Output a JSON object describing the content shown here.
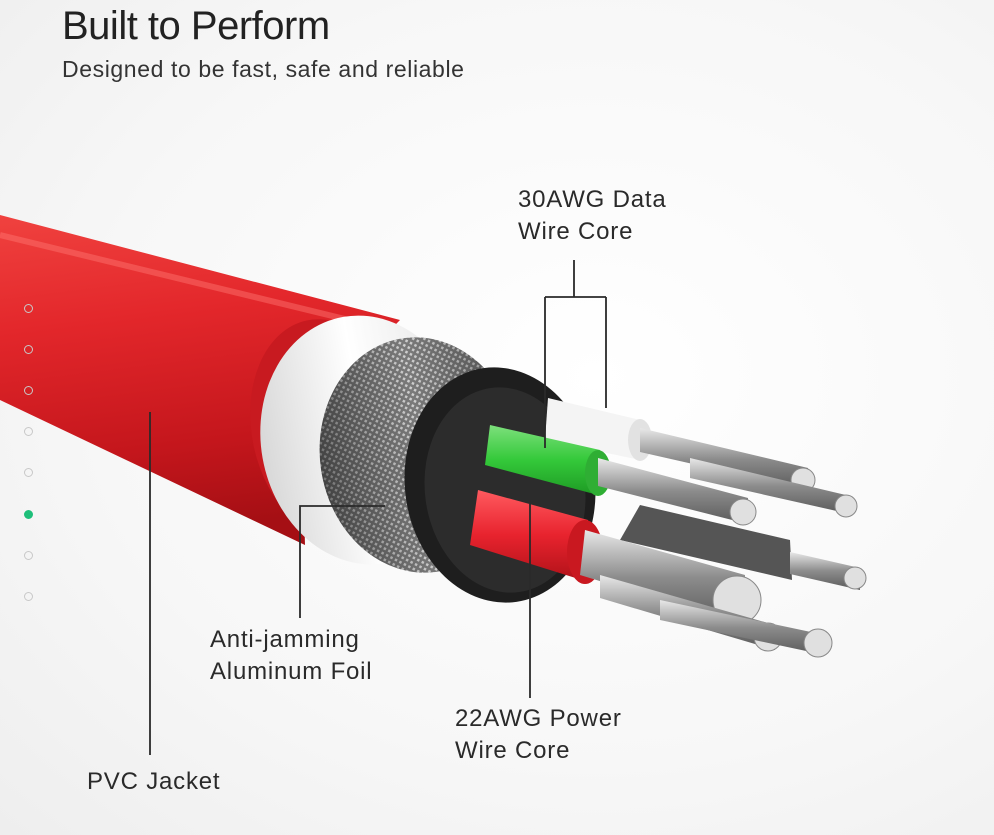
{
  "header": {
    "title": "Built to Perform",
    "subtitle": "Designed to be fast, safe and reliable"
  },
  "callouts": {
    "data_core": {
      "line1": "30AWG Data",
      "line2": "Wire Core"
    },
    "foil": {
      "line1": "Anti-jamming",
      "line2": "Aluminum Foil"
    },
    "power_core": {
      "line1": "22AWG Power",
      "line2": "Wire Core"
    },
    "jacket": {
      "line1": "PVC Jacket"
    }
  },
  "pager": {
    "count": 8,
    "active_index": 5
  },
  "colors": {
    "jacket": "#e0262b",
    "green_core": "#34c93a",
    "red_core": "#e8232e",
    "white_core": "#f4f4f4",
    "accent": "#1fbf7a"
  }
}
